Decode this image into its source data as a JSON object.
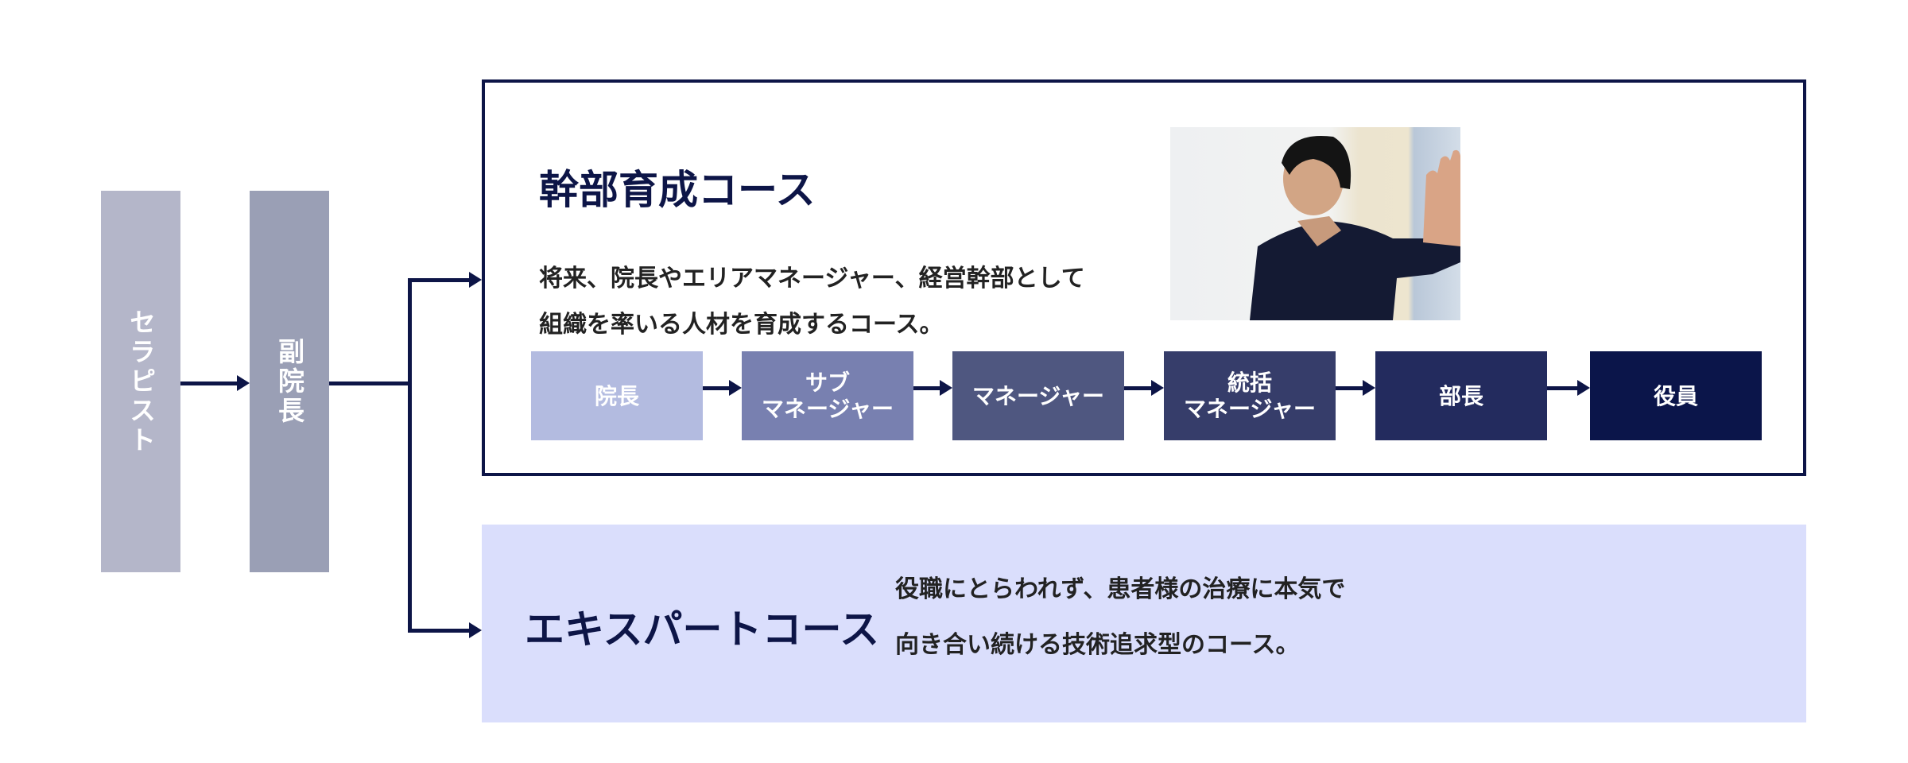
{
  "colors": {
    "navy": "#0d1547",
    "therapist_bg": "#b4b6c9",
    "vice_director_bg": "#9a9fb5",
    "expert_bg": "#dadefc",
    "step_colors": [
      "#b3bbe0",
      "#7880b0",
      "#4f5780",
      "#363d6a",
      "#232b5e",
      "#0b154a"
    ]
  },
  "stages": {
    "therapist": "セラピスト",
    "vice_director": "副院長"
  },
  "management_course": {
    "title": "幹部育成コース",
    "description_line1": "将来、院長やエリアマネージャー、経営幹部として",
    "description_line2": "組織を率いる人材を育成するコース。",
    "photo_icon": "photo-therapist-gesturing",
    "steps": [
      {
        "label": "院長"
      },
      {
        "label": "サブ\nマネージャー"
      },
      {
        "label": "マネージャー"
      },
      {
        "label": "統括\nマネージャー"
      },
      {
        "label": "部長"
      },
      {
        "label": "役員"
      }
    ]
  },
  "expert_course": {
    "title": "エキスパートコース",
    "description_line1": "役職にとらわれず、患者様の治療に本気で",
    "description_line2": "向き合い続ける技術追求型のコース。"
  }
}
